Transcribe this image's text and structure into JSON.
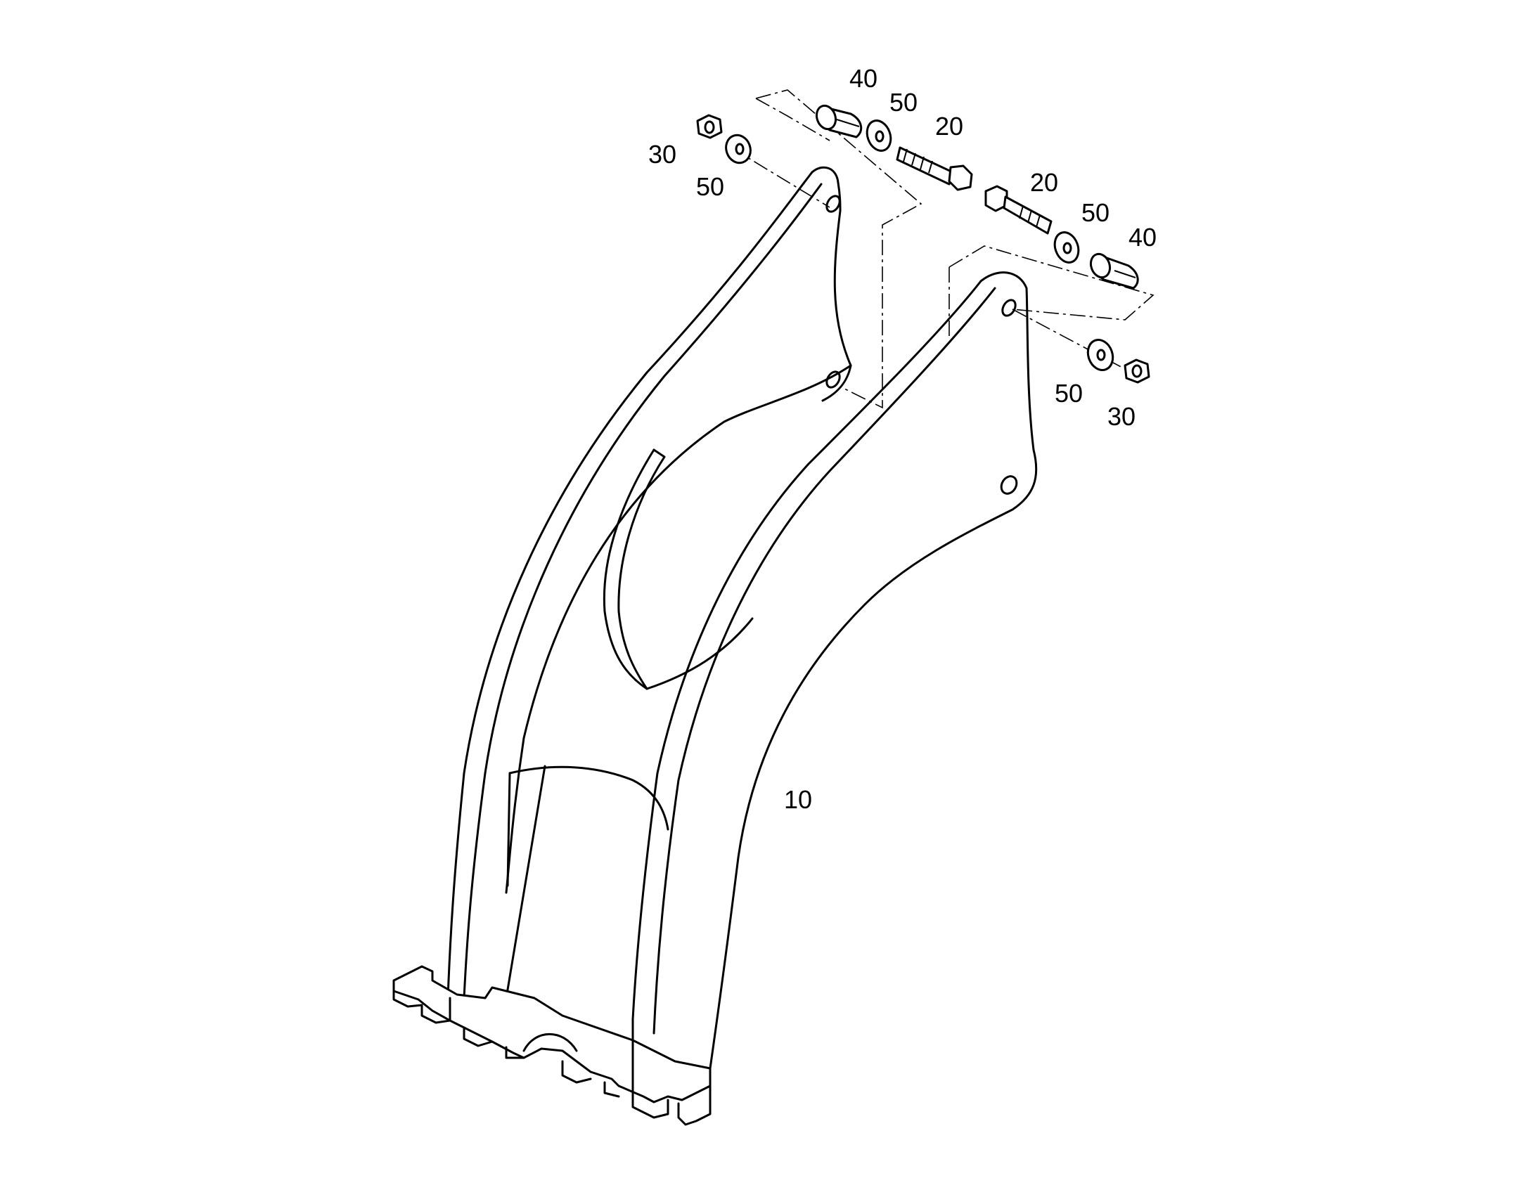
{
  "callouts": {
    "left_nut": "30",
    "left_washer_outer": "50",
    "left_bushing": "40",
    "left_washer_inner": "50",
    "left_bolt": "20",
    "right_bolt": "20",
    "right_washer_inner": "50",
    "right_bushing": "40",
    "right_washer_outer": "50",
    "right_nut": "30",
    "frame": "10"
  }
}
